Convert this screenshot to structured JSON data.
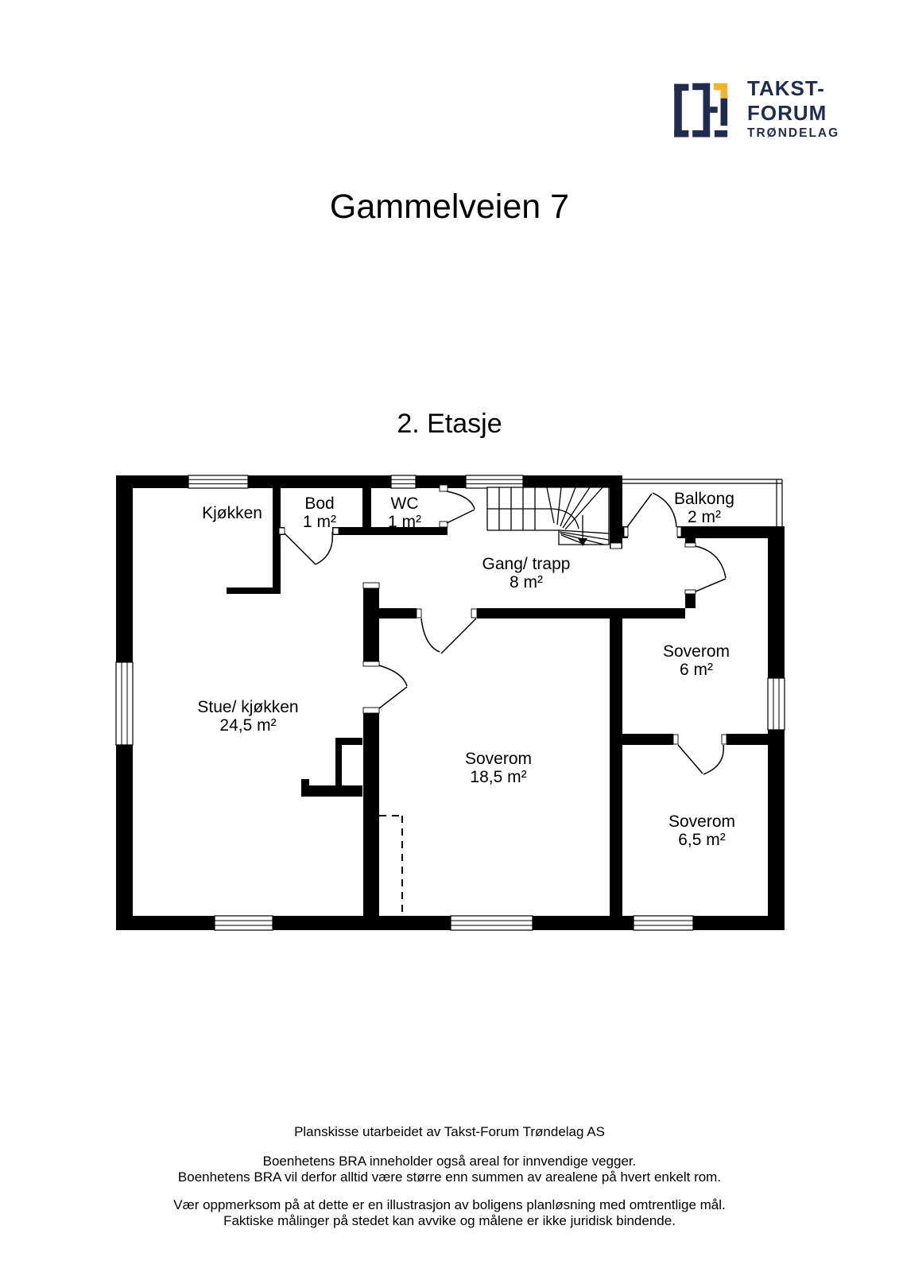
{
  "logo": {
    "name_line1": "TAKST-",
    "name_line2": "FORUM",
    "name_line3": "TRØNDELAG"
  },
  "title": "Gammelveien 7",
  "floor_label": "2. Etasje",
  "rooms": [
    {
      "name": "Kjøkken",
      "area": ""
    },
    {
      "name": "Bod",
      "area": "1 m²"
    },
    {
      "name": "WC",
      "area": "1 m²"
    },
    {
      "name": "Gang/ trapp",
      "area": "8 m²"
    },
    {
      "name": "Balkong",
      "area": "2 m²"
    },
    {
      "name": "Soverom",
      "area": "6 m²"
    },
    {
      "name": "Stue/ kjøkken",
      "area": "24,5 m²"
    },
    {
      "name": "Soverom",
      "area": "18,5 m²"
    },
    {
      "name": "Soverom",
      "area": "6,5 m²"
    }
  ],
  "footer": {
    "credit": "Planskisse utarbeidet av Takst-Forum Trøndelag AS",
    "bra_note_1": "Boenhetens BRA inneholder også areal for innvendige vegger.",
    "bra_note_2": "Boenhetens BRA vil derfor alltid være større enn summen av arealene på hvert enkelt rom.",
    "disclaimer_1": "Vær oppmerksom på at dette er en illustrasjon av boligens planløsning med omtrentlige mål.",
    "disclaimer_2": "Faktiske målinger på stedet kan avvike og målene er ikke juridisk bindende."
  },
  "colors": {
    "navy": "#1f2c4e",
    "gold": "#f0b42e",
    "wall": "#000000",
    "background": "#ffffff"
  }
}
